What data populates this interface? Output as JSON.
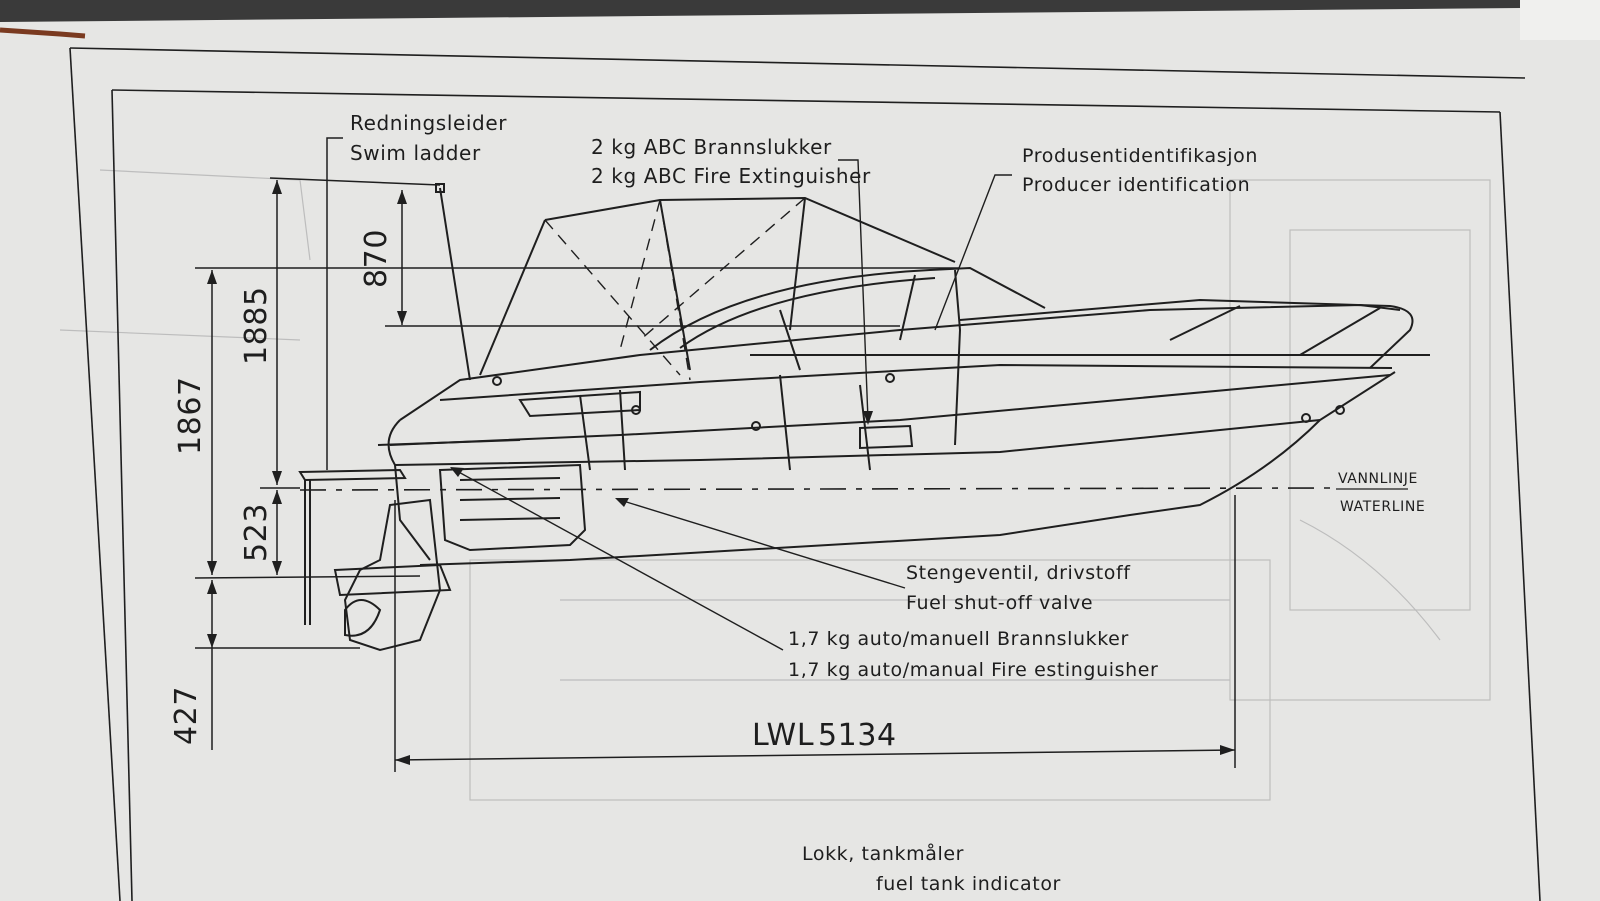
{
  "drawing": {
    "callouts": {
      "swim_ladder_no": "Redningsleider",
      "swim_ladder_en": "Swim ladder",
      "extinguisher_2kg_no": "2 kg ABC Brannslukker",
      "extinguisher_2kg_en": "2 kg ABC Fire Extinguisher",
      "producer_id_no": "Produsentidentifikasjon",
      "producer_id_en": "Producer identification",
      "waterline_no": "VANNLINJE",
      "waterline_en": "WATERLINE",
      "fuel_valve_no": "Stengeventil, drivstoff",
      "fuel_valve_en": "Fuel shut-off valve",
      "extinguisher_17kg_no": "1,7 kg auto/manuell Brannslukker",
      "extinguisher_17kg_en": "1,7 kg auto/manual Fire estinguisher",
      "tank_lid_no": "Lokk, tankmåler",
      "tank_lid_en": "fuel tank indicator"
    },
    "dimensions": {
      "ladder_height": "870",
      "total_height": "1885",
      "height_to_keel": "1867",
      "freeboard": "523",
      "draft": "427",
      "lwl_prefix": "LWL",
      "lwl_value": "5134"
    },
    "colors": {
      "paper": "#e9e9e7",
      "ink": "#1f1f1f",
      "show_through": "#b8b8b8"
    }
  }
}
